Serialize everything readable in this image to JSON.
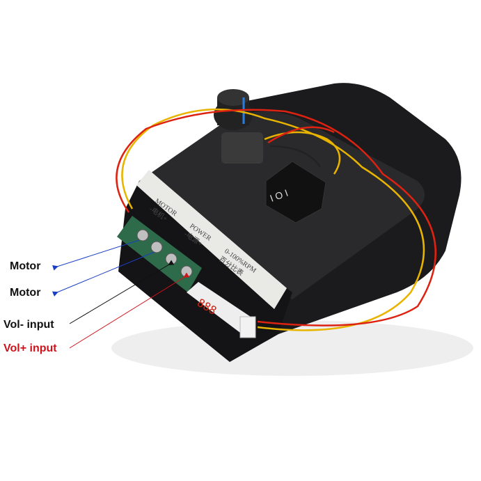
{
  "device": {
    "panel_motor": "MOTOR",
    "panel_motor_cn": "-电机+",
    "panel_power": "POWER",
    "panel_power_cn": "-电源+",
    "panel_rpm": "0-100%RPM",
    "panel_rpm_cn": "百分比表",
    "switch_marks": "I O I",
    "display_digits": "888"
  },
  "callouts": [
    {
      "label": "Motor",
      "color": "#111111",
      "arrow_color": "#1a3fc4"
    },
    {
      "label": "Motor",
      "color": "#111111",
      "arrow_color": "#1a3fc4"
    },
    {
      "label": "Vol- input",
      "color": "#111111",
      "arrow_color": "#111111"
    },
    {
      "label": "Vol+ input",
      "color": "#d0121b",
      "arrow_color": "#d0121b"
    }
  ]
}
